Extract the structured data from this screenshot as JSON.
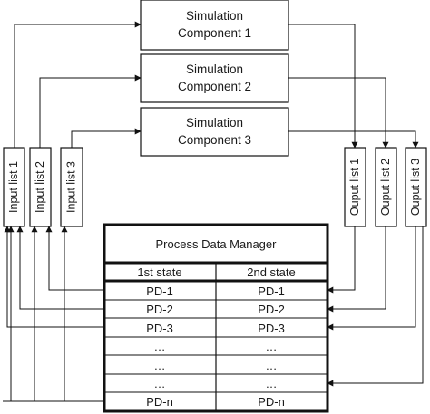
{
  "components": [
    {
      "line1": "Simulation",
      "line2": "Component 1"
    },
    {
      "line1": "Simulation",
      "line2": "Component 2"
    },
    {
      "line1": "Simulation",
      "line2": "Component 3"
    }
  ],
  "input_lists": [
    "Input list 1",
    "Input list 2",
    "Input list 3"
  ],
  "output_lists": [
    "Ouput list 1",
    "Ouput list 2",
    "Ouput list 3"
  ],
  "pdm": {
    "title": "Process Data Manager",
    "headers": [
      "1st state",
      "2nd state"
    ],
    "rows": [
      [
        "PD-1",
        "PD-1"
      ],
      [
        "PD-2",
        "PD-2"
      ],
      [
        "PD-3",
        "PD-3"
      ],
      [
        "…",
        "…"
      ],
      [
        "…",
        "…"
      ],
      [
        "…",
        "…"
      ],
      [
        "PD-n",
        "PD-n"
      ]
    ]
  }
}
